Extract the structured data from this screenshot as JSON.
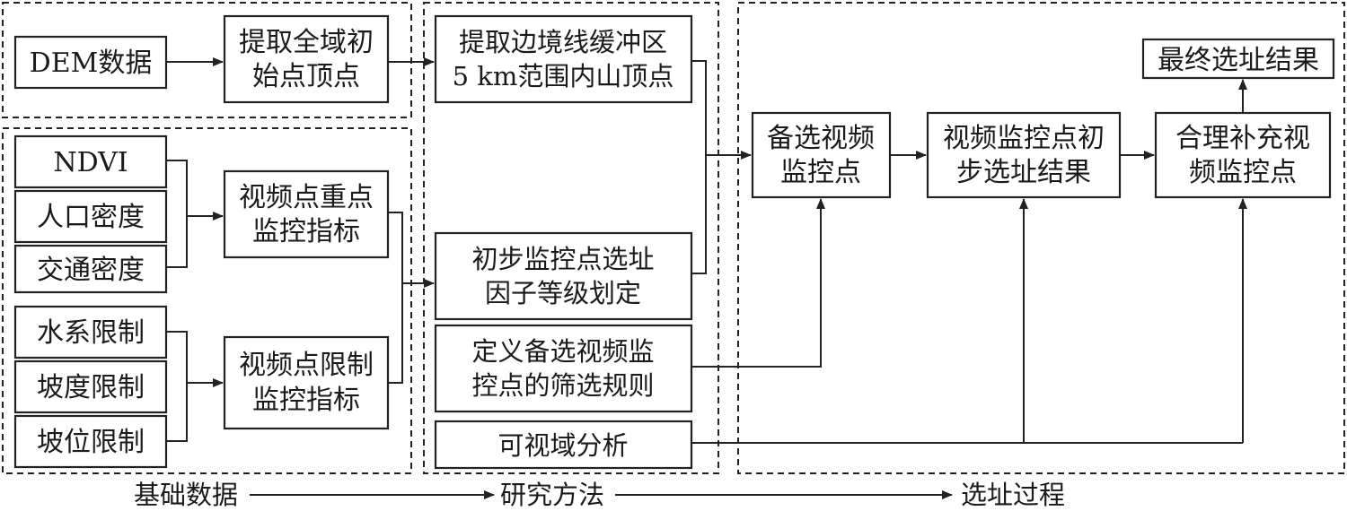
{
  "nodes": {
    "dem": "DEM数据",
    "extract_all_1": "提取全域初",
    "extract_all_2": "始点顶点",
    "buffer_1": "提取边境线缓冲区",
    "buffer_2": "5 km范围内山顶点",
    "ndvi": "NDVI",
    "population": "人口密度",
    "traffic": "交通密度",
    "key_index_1": "视频点重点",
    "key_index_2": "监控指标",
    "water": "水系限制",
    "slope": "坡度限制",
    "position": "坡位限制",
    "limit_index_1": "视频点限制",
    "limit_index_2": "监控指标",
    "grade_1": "初步监控点选址",
    "grade_2": "因子等级划定",
    "rule_1": "定义备选视频监",
    "rule_2": "控点的筛选规则",
    "viewshed": "可视域分析",
    "candidate_1": "备选视频",
    "candidate_2": "监控点",
    "prelim_1": "视频监控点初",
    "prelim_2": "步选址结果",
    "supplement_1": "合理补充视",
    "supplement_2": "频监控点",
    "final": "最终选址结果"
  },
  "footer": {
    "stage1": "基础数据",
    "stage2": "研究方法",
    "stage3": "选址过程"
  }
}
